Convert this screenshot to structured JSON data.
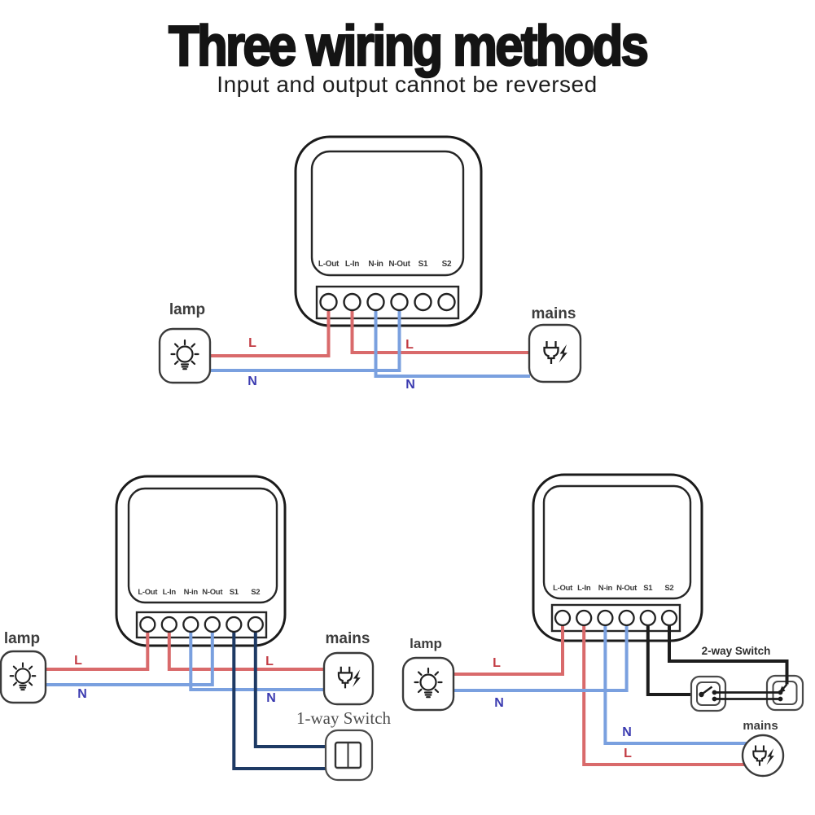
{
  "title": "Three wiring methods",
  "subtitle": "Input and output cannot be reversed",
  "labels": {
    "lamp": "lamp",
    "mains": "mains",
    "live": "L",
    "neutral": "N",
    "one_way_switch": "1-way Switch",
    "two_way_switch": "2-way Switch"
  },
  "device": {
    "terminals": [
      "L-Out",
      "L-In",
      "N-in",
      "N-Out",
      "S1",
      "S2"
    ]
  },
  "colors": {
    "wire_live": "#d96a6b",
    "wire_neutral": "#7aa0df",
    "wire_switch_navy": "#1e3a64",
    "wire_switch_black": "#1c1c1c",
    "label_live": "#c23b43",
    "label_neutral": "#3b3bb0",
    "outline": "#1f1f1f"
  }
}
